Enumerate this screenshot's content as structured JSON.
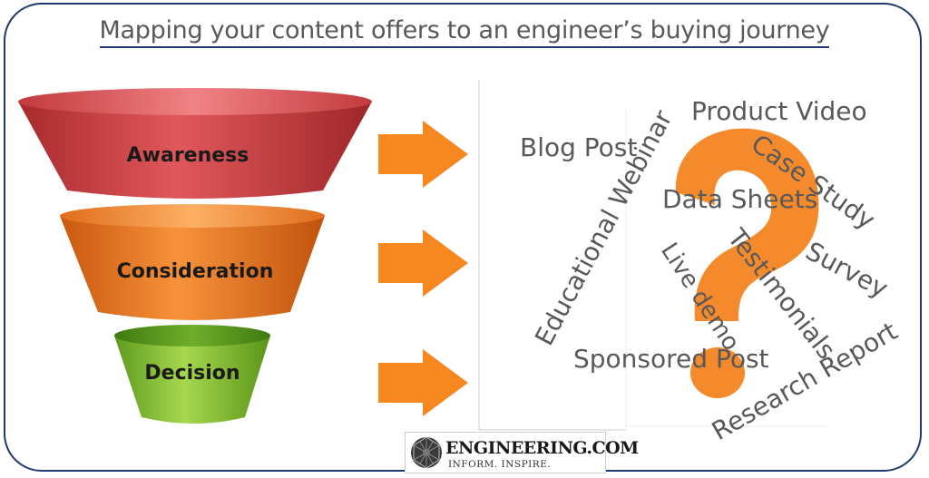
{
  "title": "Mapping your content offers to an engineer’s buying journey",
  "funnel": {
    "stages": [
      {
        "label": "Awareness",
        "color": "#d9494c"
      },
      {
        "label": "Consideration",
        "color": "#f07f2a"
      },
      {
        "label": "Decision",
        "color": "#8cc43c"
      }
    ]
  },
  "arrow_color": "#f7881f",
  "question_mark_color": "#f58a2c",
  "content_offers": [
    "Product Video",
    "Blog Post",
    "Case Study",
    "Data Sheets",
    "Educational Webinar",
    "Testimonials",
    "Survey",
    "Live demo",
    "Sponsored Post",
    "Research Report"
  ],
  "logo": {
    "name": "ENGINEERING.COM",
    "tagline": "INFORM. INSPIRE."
  }
}
